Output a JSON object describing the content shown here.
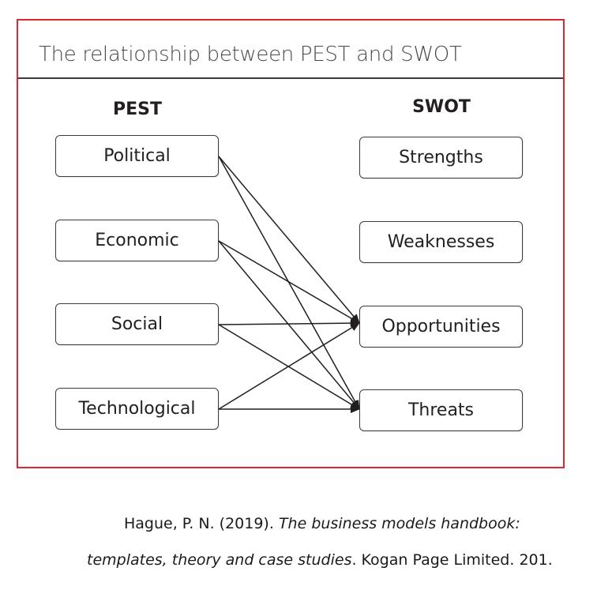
{
  "figure": {
    "title": "The relationship between PEST and SWOT",
    "pest_heading": "PEST",
    "swot_heading": "SWOT",
    "pest_items": [
      "Political",
      "Economic",
      "Social",
      "Technological"
    ],
    "swot_items": [
      "Strengths",
      "Weaknesses",
      "Opportunities",
      "Threats"
    ],
    "links": [
      {
        "from": "Political",
        "to": "Opportunities"
      },
      {
        "from": "Political",
        "to": "Threats"
      },
      {
        "from": "Economic",
        "to": "Opportunities"
      },
      {
        "from": "Economic",
        "to": "Threats"
      },
      {
        "from": "Social",
        "to": "Opportunities"
      },
      {
        "from": "Social",
        "to": "Threats"
      },
      {
        "from": "Technological",
        "to": "Opportunities"
      },
      {
        "from": "Technological",
        "to": "Threats"
      }
    ],
    "frame_color": "#d9282f",
    "line_color": "#231f20"
  },
  "citation": {
    "line1_plain": "Hague, P. N. (2019). ",
    "line1_italic": "The business models handbook:",
    "line2_italic": "templates, theory and case studies",
    "line2_plain": ".  Kogan Page Limited. 201."
  }
}
